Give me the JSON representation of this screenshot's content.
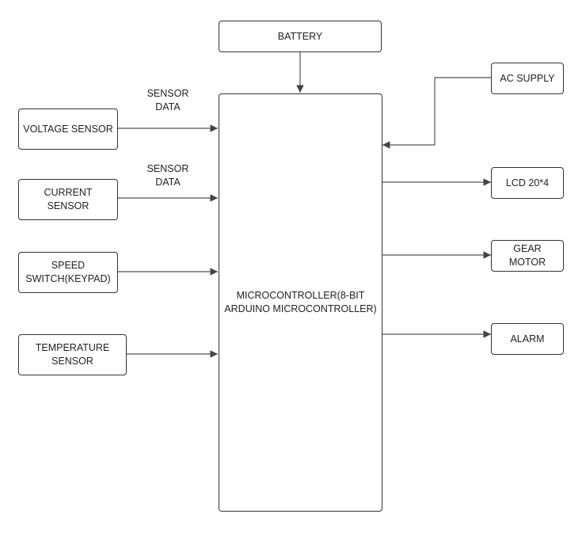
{
  "blocks": {
    "battery": "BATTERY",
    "ac_supply": "AC SUPPLY",
    "voltage_sensor": "VOLTAGE SENSOR",
    "current_sensor": "CURRENT SENSOR",
    "speed_switch": "SPEED\nSWITCH(KEYPAD)",
    "temperature_sensor": "TEMPERATURE\nSENSOR",
    "microcontroller": "MICROCONTROLLER(8-BIT\nARDUINO MICROCONTROLLER)",
    "lcd": "LCD 20*4",
    "gear_motor": "GEAR\nMOTOR",
    "alarm": "ALARM"
  },
  "edge_labels": {
    "voltage": "SENSOR\nDATA",
    "current": "SENSOR\nDATA"
  },
  "colors": {
    "stroke": "#333333",
    "wire": "#555555",
    "text": "#222222"
  }
}
